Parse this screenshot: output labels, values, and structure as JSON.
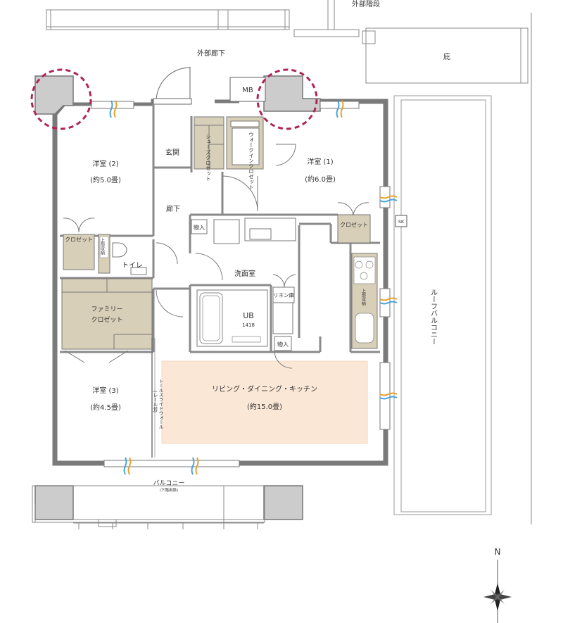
{
  "labels": {
    "outer_stairs": "外部階段",
    "outer_corridor": "外部廊下",
    "eaves": "庇",
    "mb": "MB",
    "entrance": "玄関",
    "shoes_closet": "シューズクロゼット",
    "walkin_closet": "ウォークインクロゼット",
    "western_room_2": "洋室 (2)",
    "western_room_2_size": "(約5.0畳)",
    "western_room_1": "洋室 (1)",
    "western_room_1_size": "(約6.0畳)",
    "hallway": "廊下",
    "storage_1": "物入",
    "storage_2": "物入",
    "closet_left": "クロゼット",
    "closet_right": "クロゼット",
    "upper_shelf_small": "上部収納",
    "toilet": "トイレ",
    "washroom": "洗面室",
    "linen_cabinet": "リネン庫",
    "unit_bath": "UB",
    "unit_bath_size": "1418",
    "family_closet_1": "ファミリー",
    "family_closet_2": "クロゼット",
    "upper_storage": "上部収納",
    "western_room_3": "洋室 (3)",
    "western_room_3_size": "(約4.5畳)",
    "tall_slide_door": "トールスライドウォール",
    "rail": "(レール付)",
    "ldk": "リビング・ダイニング・キッチン",
    "ldk_size": "(約15.0畳)",
    "sk": "SK",
    "roof_balcony": "ルーフバルコニー",
    "balcony": "バルコニー",
    "balcony_note": "(下階用設)",
    "north": "N"
  },
  "colors": {
    "wall": "#7a7a7a",
    "closet_fill": "#d8cfb8",
    "ldk_fill": "#fbe7d6",
    "highlight_circle": "#b0245a",
    "ac_blue": "#4aa3d8",
    "ac_orange": "#e8a032"
  }
}
